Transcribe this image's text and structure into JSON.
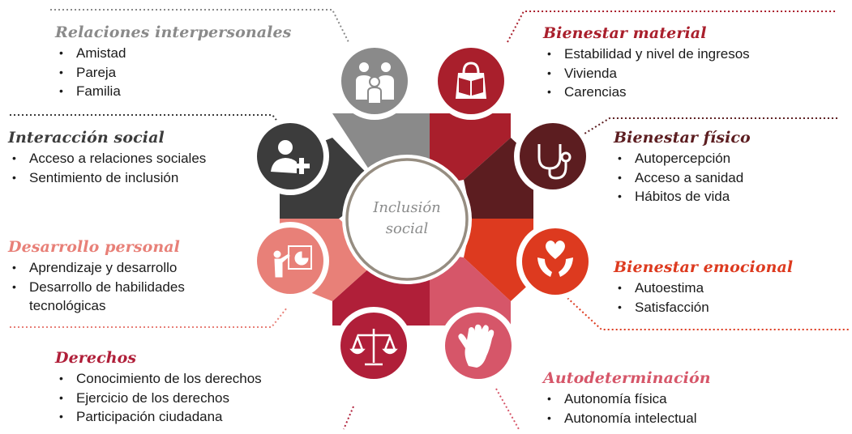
{
  "diagram": {
    "center_label": [
      "Inclusión",
      "social"
    ],
    "sections": [
      {
        "id": "relaciones",
        "title": "Relaciones interpersonales",
        "color": "#8a8a8a",
        "icon": "family-icon",
        "items": [
          "Amistad",
          "Pareja",
          "Familia"
        ]
      },
      {
        "id": "material",
        "title": "Bienestar material",
        "color": "#a91f2c",
        "icon": "shopping-bag-book-icon",
        "items": [
          "Estabilidad  y nivel de ingresos",
          "Vivienda",
          "Carencias"
        ]
      },
      {
        "id": "fisico",
        "title": "Bienestar físico",
        "color": "#5c1d20",
        "icon": "stethoscope-icon",
        "items": [
          "Autopercepción",
          "Acceso a sanidad",
          "Hábitos de vida"
        ]
      },
      {
        "id": "emocional",
        "title": "Bienestar emocional",
        "color": "#dd3a1f",
        "icon": "heart-hands-icon",
        "items": [
          "Autoestima",
          "Satisfacción"
        ]
      },
      {
        "id": "autodeterminacion",
        "title": "Autodeterminación",
        "color": "#d65669",
        "icon": "hand-print-icon",
        "items": [
          "Autonomía  física",
          "Autonomía  intelectual"
        ]
      },
      {
        "id": "derechos",
        "title": "Derechos",
        "color": "#b01f39",
        "icon": "scales-icon",
        "items": [
          "Conocimiento de los derechos",
          "Ejercicio de los derechos",
          "Participación ciudadana"
        ]
      },
      {
        "id": "desarrollo",
        "title": "Desarrollo personal",
        "color": "#e88078",
        "icon": "presentation-icon",
        "items": [
          "Aprendizaje  y desarrollo",
          "Desarrollo de habilidades tecnológicas"
        ]
      },
      {
        "id": "interaccion",
        "title": "Interacción social",
        "color": "#3c3c3c",
        "icon": "person-plus-icon",
        "items": [
          "Acceso a relaciones sociales",
          "Sentimiento de inclusión"
        ]
      }
    ]
  }
}
